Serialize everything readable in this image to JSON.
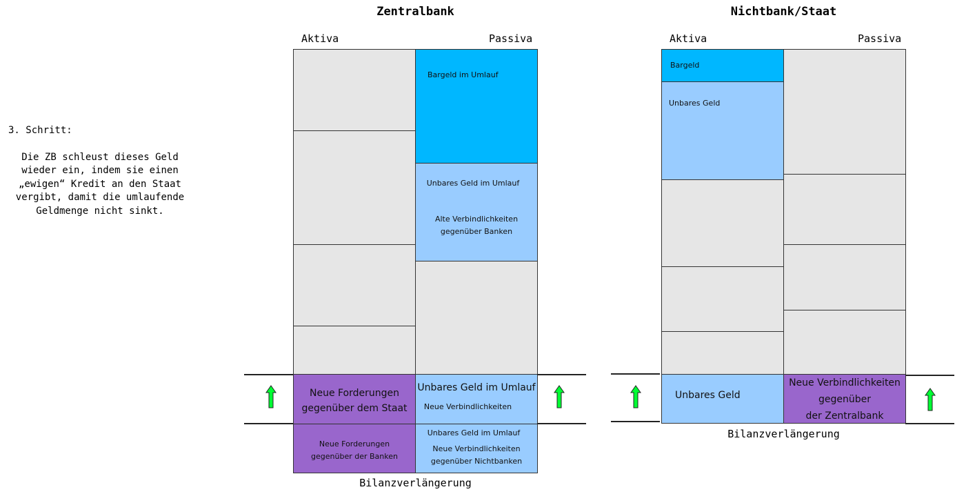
{
  "side_text": {
    "step": "3. Schritt:",
    "lines": [
      "Die ZB schleust dieses Geld",
      "wieder ein, indem sie einen",
      "„ewigen“ Kredit an den Staat",
      "vergibt, damit die umlaufende",
      "Geldmenge nicht sinkt."
    ]
  },
  "zb": {
    "title": "Zentralbank",
    "aktiva": "Aktiva",
    "passiva": "Passiva",
    "bargeld": "Bargeld im Umlauf",
    "unbares": "Unbares Geld im Umlauf",
    "alte1": "Alte Verbindlichkeiten",
    "alte2": "gegenüber Banken",
    "nf_staat1": "Neue Forderungen",
    "nf_staat2": "gegenüber dem Staat",
    "ug_new": "Unbares Geld im Umlauf",
    "nv": "Neue Verbindlichkeiten",
    "nf_banken1": "Neue Forderungen",
    "nf_banken2": "gegenüber der Banken",
    "ug_new2": "Unbares Geld im Umlauf",
    "nvn1": "Neue Verbindlichkeiten",
    "nvn2": "gegenüber Nichtbanken",
    "footer": "Bilanzverlängerung"
  },
  "nb": {
    "title": "Nichtbank/Staat",
    "aktiva": "Aktiva",
    "passiva": "Passiva",
    "bargeld": "Bargeld",
    "unbares": "Unbares Geld",
    "ug_new": "Unbares Geld",
    "nv1": "Neue Verbindlichkeiten",
    "nv2": "gegenüber",
    "nv3": "der Zentralbank",
    "footer": "Bilanzverlängerung"
  },
  "colors": {
    "blue": "#00b7ff",
    "light_blue": "#99ccff",
    "purple": "#9966cc",
    "gray": "#e6e6e6",
    "arrow": "#00ff33"
  }
}
